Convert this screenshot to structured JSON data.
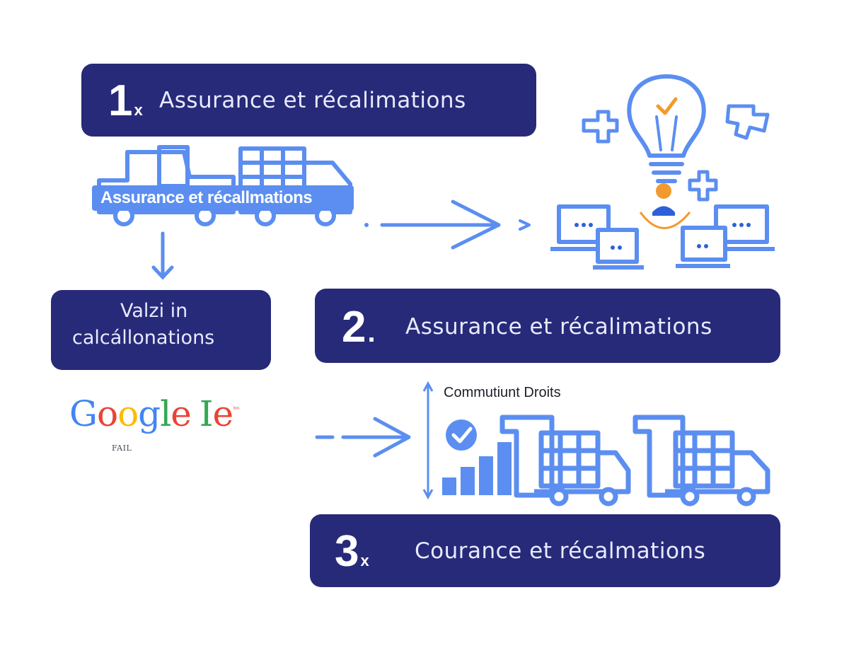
{
  "step1": {
    "number": "1",
    "suffix": "x",
    "title": "Assurance et récalimations"
  },
  "step2": {
    "number": "2",
    "suffix": ".",
    "title": "Assurance et récalimations"
  },
  "step3": {
    "number": "3",
    "suffix": "x",
    "title": "Courance et récalmations"
  },
  "side_box": {
    "line1": "Valzi in",
    "line2": "calcállonations"
  },
  "truck_label": "Assurance et récallmations",
  "chart_label": "Commutiunt Droits",
  "google": {
    "letters": [
      "G",
      "o",
      "o",
      "g",
      "l",
      "e",
      " ",
      "I",
      "e"
    ],
    "colors": [
      "#4285f4",
      "#ea4335",
      "#fbbc05",
      "#4285f4",
      "#34a853",
      "#ea4335",
      "#ffffff",
      "#34a853",
      "#ea4335"
    ],
    "superscript": "ᵇⁿ",
    "subtitle": "FAIL"
  },
  "colors": {
    "box": "#272a78",
    "icon": "#5b8ef0",
    "icon_dark": "#2f5fd8",
    "bulb_check": "#f29a2e"
  },
  "icons": [
    "truck-icon",
    "lightbulb-icon",
    "laptop-icon",
    "person-icon",
    "chart-icon",
    "checkmark-badge-icon",
    "puzzle-icon"
  ]
}
